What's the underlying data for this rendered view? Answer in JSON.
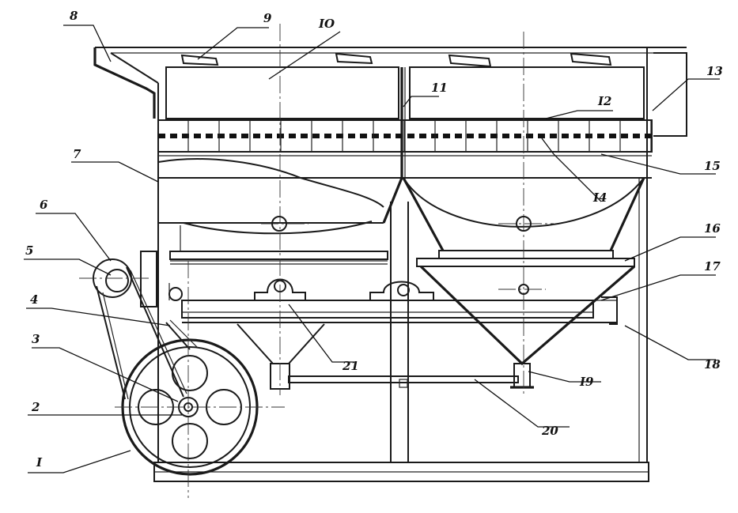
{
  "labels": {
    "l1": "I",
    "l2": "2",
    "l3": "3",
    "l4": "4",
    "l5": "5",
    "l6": "6",
    "l7": "7",
    "l8": "8",
    "l9": "9",
    "l10": "IO",
    "l11": "11",
    "l12": "I2",
    "l13": "13",
    "l14": "I4",
    "l15": "15",
    "l16": "16",
    "l17": "17",
    "l18": "18",
    "l19": "I9",
    "l20": "20",
    "l21": "21"
  },
  "colors": {
    "ink": "#1a1a1a",
    "paper": "#ffffff",
    "screen_dash": "#111111"
  }
}
